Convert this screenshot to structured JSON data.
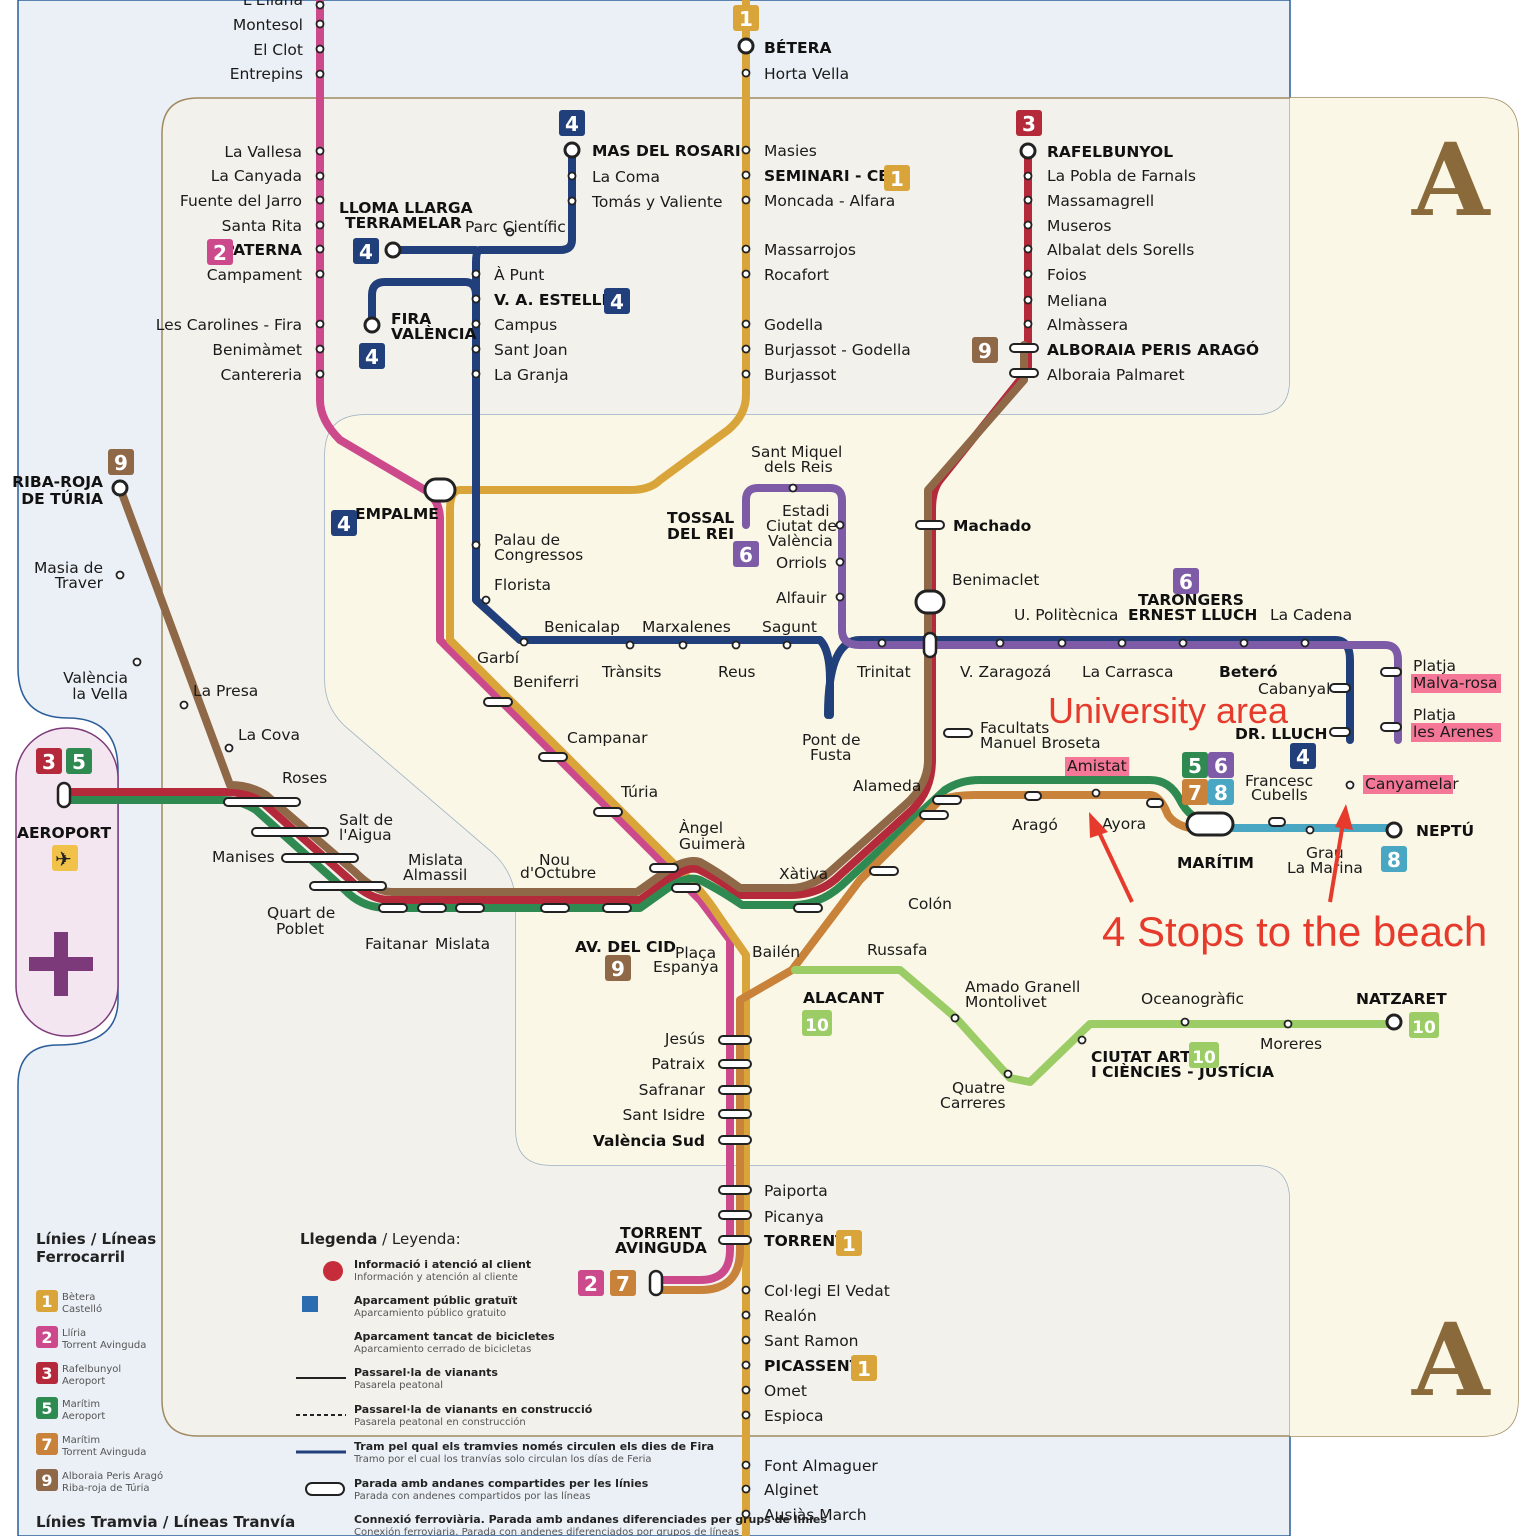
{
  "colors": {
    "l1": "#d9a53b",
    "l2": "#cc4a8c",
    "l3": "#b42a3a",
    "l4": "#213f7a",
    "l5": "#2f8a52",
    "l6": "#7d5ba6",
    "l7": "#c8823a",
    "l8": "#4aa7c4",
    "l9": "#8f6847",
    "l10": "#9ccc65",
    "zone": "#8a6a3a",
    "annotation": "#e53a2c"
  },
  "zones": [
    "A",
    "A"
  ],
  "annotations": {
    "university": "University area",
    "beach": "4 Stops to the beach"
  },
  "highlighted": [
    "Amistat",
    "Canyamelar",
    "Malva-rosa",
    "les Arenes"
  ],
  "stations": [
    {
      "id": "s1",
      "name": "L'Eliana"
    },
    {
      "id": "s2",
      "name": "Montesol"
    },
    {
      "id": "s3",
      "name": "El Clot"
    },
    {
      "id": "s4",
      "name": "Entrepins"
    },
    {
      "id": "s5",
      "name": "La Vallesa"
    },
    {
      "id": "s6",
      "name": "La Canyada"
    },
    {
      "id": "s7",
      "name": "Fuente del Jarro"
    },
    {
      "id": "s8",
      "name": "Santa Rita"
    },
    {
      "id": "s9",
      "name": "PATERNA"
    },
    {
      "id": "s10",
      "name": "Campament"
    },
    {
      "id": "s11",
      "name": "Les Carolines - Fira"
    },
    {
      "id": "s12",
      "name": "Benimàmet"
    },
    {
      "id": "s13",
      "name": "Cantereria"
    },
    {
      "id": "s14",
      "name": "BÉTERA"
    },
    {
      "id": "s15",
      "name": "Horta Vella"
    },
    {
      "id": "s16",
      "name": "Masies"
    },
    {
      "id": "s17",
      "name": "SEMINARI - CEU"
    },
    {
      "id": "s18",
      "name": "Moncada - Alfara"
    },
    {
      "id": "s19",
      "name": "Massarrojos"
    },
    {
      "id": "s20",
      "name": "Rocafort"
    },
    {
      "id": "s21",
      "name": "Godella"
    },
    {
      "id": "s22",
      "name": "Burjassot - Godella"
    },
    {
      "id": "s23",
      "name": "Burjassot"
    },
    {
      "id": "s24",
      "name": "RAFELBUNYOL"
    },
    {
      "id": "s25",
      "name": "La Pobla de Farnals"
    },
    {
      "id": "s26",
      "name": "Massamagrell"
    },
    {
      "id": "s27",
      "name": "Museros"
    },
    {
      "id": "s28",
      "name": "Albalat dels Sorells"
    },
    {
      "id": "s29",
      "name": "Foios"
    },
    {
      "id": "s30",
      "name": "Meliana"
    },
    {
      "id": "s31",
      "name": "Almàssera"
    },
    {
      "id": "s32",
      "name": "ALBORAIA PERIS ARAGÓ"
    },
    {
      "id": "s33",
      "name": "Alboraia Palmaret"
    },
    {
      "id": "s34",
      "name": "MAS DEL ROSARI"
    },
    {
      "id": "s35",
      "name": "La Coma"
    },
    {
      "id": "s36",
      "name": "Tomás y Valiente"
    },
    {
      "id": "s37",
      "name": "LLOMA LLARGA"
    },
    {
      "id": "s37b",
      "name": "TERRAMELAR"
    },
    {
      "id": "s38",
      "name": "Parc Científic"
    },
    {
      "id": "s39",
      "name": "À Punt"
    },
    {
      "id": "s40",
      "name": "V. A. ESTELLÉS"
    },
    {
      "id": "s41",
      "name": "Campus"
    },
    {
      "id": "s42",
      "name": "Sant Joan"
    },
    {
      "id": "s43",
      "name": "La Granja"
    },
    {
      "id": "s44",
      "name": "FIRA"
    },
    {
      "id": "s44b",
      "name": "VALÈNCIA"
    },
    {
      "id": "s45",
      "name": "EMPALME"
    },
    {
      "id": "s46",
      "name": "Palau de"
    },
    {
      "id": "s46b",
      "name": "Congressos"
    },
    {
      "id": "s47",
      "name": "Florista"
    },
    {
      "id": "s48",
      "name": "Benicalap"
    },
    {
      "id": "s49",
      "name": "Marxalenes"
    },
    {
      "id": "s50",
      "name": "Sagunt"
    },
    {
      "id": "s51",
      "name": "Garbí"
    },
    {
      "id": "s52",
      "name": "Beniferri"
    },
    {
      "id": "s53",
      "name": "Trànsits"
    },
    {
      "id": "s54",
      "name": "Reus"
    },
    {
      "id": "s55",
      "name": "Pont de"
    },
    {
      "id": "s55b",
      "name": "Fusta"
    },
    {
      "id": "s56",
      "name": "Sant Miquel"
    },
    {
      "id": "s56b",
      "name": "dels Reis"
    },
    {
      "id": "s57",
      "name": "TOSSAL"
    },
    {
      "id": "s57b",
      "name": "DEL REI"
    },
    {
      "id": "s58",
      "name": "Estadi"
    },
    {
      "id": "s58b",
      "name": "Ciutat de"
    },
    {
      "id": "s58c",
      "name": "València"
    },
    {
      "id": "s59",
      "name": "Orriols"
    },
    {
      "id": "s60",
      "name": "Alfauir"
    },
    {
      "id": "s61",
      "name": "Machado"
    },
    {
      "id": "s62",
      "name": "Benimaclet"
    },
    {
      "id": "s63",
      "name": "U. Politècnica"
    },
    {
      "id": "s64",
      "name": "TARONGERS"
    },
    {
      "id": "s64b",
      "name": "ERNEST LLUCH"
    },
    {
      "id": "s65",
      "name": "La Cadena"
    },
    {
      "id": "s66",
      "name": "Trinitat"
    },
    {
      "id": "s67",
      "name": "V. Zaragozá"
    },
    {
      "id": "s68",
      "name": "La Carrasca"
    },
    {
      "id": "s69",
      "name": "Beteró"
    },
    {
      "id": "s70",
      "name": "Cabanyal"
    },
    {
      "id": "s71",
      "name": "DR. LLUCH"
    },
    {
      "id": "s72",
      "name": "Platja"
    },
    {
      "id": "s73",
      "name": "Malva-rosa"
    },
    {
      "id": "s74",
      "name": "Platja"
    },
    {
      "id": "s75",
      "name": "les Arenes"
    },
    {
      "id": "s76",
      "name": "Facultats"
    },
    {
      "id": "s76b",
      "name": "Manuel Broseta"
    },
    {
      "id": "s77",
      "name": "Amistat"
    },
    {
      "id": "s78",
      "name": "Alameda"
    },
    {
      "id": "s79",
      "name": "Aragó"
    },
    {
      "id": "s80",
      "name": "Ayora"
    },
    {
      "id": "s81",
      "name": "MARÍTIM"
    },
    {
      "id": "s82",
      "name": "Francesc"
    },
    {
      "id": "s82b",
      "name": "Cubells"
    },
    {
      "id": "s83",
      "name": "Canyamelar"
    },
    {
      "id": "s84",
      "name": "NEPTÚ"
    },
    {
      "id": "s85",
      "name": "Grau"
    },
    {
      "id": "s85b",
      "name": "La Marina"
    },
    {
      "id": "s86",
      "name": "RIBA-ROJA"
    },
    {
      "id": "s86b",
      "name": "DE TÚRIA"
    },
    {
      "id": "s87",
      "name": "Masia de"
    },
    {
      "id": "s87b",
      "name": "Traver"
    },
    {
      "id": "s88",
      "name": "València"
    },
    {
      "id": "s88b",
      "name": "la Vella"
    },
    {
      "id": "s89",
      "name": "La Presa"
    },
    {
      "id": "s90",
      "name": "La Cova"
    },
    {
      "id": "s91",
      "name": "Roses"
    },
    {
      "id": "s92",
      "name": "AEROPORT"
    },
    {
      "id": "s93",
      "name": "Manises"
    },
    {
      "id": "s94",
      "name": "Salt de"
    },
    {
      "id": "s94b",
      "name": "l'Aigua"
    },
    {
      "id": "s95",
      "name": "Quart de"
    },
    {
      "id": "s95b",
      "name": "Poblet"
    },
    {
      "id": "s96",
      "name": "Faitanar"
    },
    {
      "id": "s97",
      "name": "Mislata"
    },
    {
      "id": "s98",
      "name": "Mislata"
    },
    {
      "id": "s98b",
      "name": "Almassil"
    },
    {
      "id": "s99",
      "name": "Nou"
    },
    {
      "id": "s99b",
      "name": "d'Octubre"
    },
    {
      "id": "s100",
      "name": "Campanar"
    },
    {
      "id": "s101",
      "name": "Túria"
    },
    {
      "id": "s102",
      "name": "Àngel"
    },
    {
      "id": "s102b",
      "name": "Guimerà"
    },
    {
      "id": "s103",
      "name": "Xàtiva"
    },
    {
      "id": "s104",
      "name": "Colón"
    },
    {
      "id": "s105",
      "name": "AV. DEL CID"
    },
    {
      "id": "s106",
      "name": "Plaça"
    },
    {
      "id": "s106b",
      "name": "Espanya"
    },
    {
      "id": "s107",
      "name": "Bailén"
    },
    {
      "id": "s108",
      "name": "Russafa"
    },
    {
      "id": "s109",
      "name": "ALACANT"
    },
    {
      "id": "s110",
      "name": "Amado Granell"
    },
    {
      "id": "s110b",
      "name": "Montolivet"
    },
    {
      "id": "s111",
      "name": "Quatre"
    },
    {
      "id": "s111b",
      "name": "Carreres"
    },
    {
      "id": "s112",
      "name": "Oceanogràfic"
    },
    {
      "id": "s113",
      "name": "CIUTAT ARTS"
    },
    {
      "id": "s113b",
      "name": "I CIÈNCIES - JUSTÍCIA"
    },
    {
      "id": "s114",
      "name": "Moreres"
    },
    {
      "id": "s115",
      "name": "NATZARET"
    },
    {
      "id": "s116",
      "name": "Jesús"
    },
    {
      "id": "s117",
      "name": "Patraix"
    },
    {
      "id": "s118",
      "name": "Safranar"
    },
    {
      "id": "s119",
      "name": "Sant Isidre"
    },
    {
      "id": "s120",
      "name": "València Sud"
    },
    {
      "id": "s121",
      "name": "Paiporta"
    },
    {
      "id": "s122",
      "name": "Picanya"
    },
    {
      "id": "s123",
      "name": "TORRENT"
    },
    {
      "id": "s124",
      "name": "TORRENT"
    },
    {
      "id": "s124b",
      "name": "AVINGUDA"
    },
    {
      "id": "s125",
      "name": "Col·legi El Vedat"
    },
    {
      "id": "s126",
      "name": "Realón"
    },
    {
      "id": "s127",
      "name": "Sant Ramon"
    },
    {
      "id": "s128",
      "name": "PICASSENT"
    },
    {
      "id": "s129",
      "name": "Omet"
    },
    {
      "id": "s130",
      "name": "Espioca"
    },
    {
      "id": "s131",
      "name": "Font Almaguer"
    },
    {
      "id": "s132",
      "name": "Alginet"
    },
    {
      "id": "s133",
      "name": "Ausiàs March"
    }
  ],
  "legend": {
    "title_ca": "Llegenda",
    "title_es": "Leyenda:",
    "items": [
      {
        "ca": "Informació i atenció al client",
        "es": "Información y atención al cliente"
      },
      {
        "ca": "Aparcament públic gratuït",
        "es": "Aparcamiento público gratuito"
      },
      {
        "ca": "Aparcament tancat de bicicletes",
        "es": "Aparcamiento cerrado de bicicletas"
      },
      {
        "ca": "Passarel·la de vianants",
        "es": "Pasarela peatonal"
      },
      {
        "ca": "Passarel·la de vianants en construcció",
        "es": "Pasarela peatonal en construcción"
      },
      {
        "ca": "Tram pel qual els tramvies només circulen els dies de Fira",
        "es": "Tramo por el cual los tranvías solo circulan los días de Feria"
      },
      {
        "ca": "Parada amb andanes compartides per les línies",
        "es": "Parada con andenes compartidos por las líneas"
      },
      {
        "ca": "Connexió ferroviària. Parada amb andanes diferenciades per grups de línies",
        "es": "Conexión ferroviaria. Parada con andenes diferenciados por grupos de líneas"
      }
    ]
  },
  "lines_header": {
    "rail_ca": "Línies / Líneas",
    "rail_es": "Ferrocarril",
    "tram": "Línies Tramvia / Líneas Tranvía"
  },
  "lines_list": [
    {
      "num": "1",
      "a": "Bètera",
      "b": "Castelló"
    },
    {
      "num": "2",
      "a": "Llíria",
      "b": "Torrent Avinguda"
    },
    {
      "num": "3",
      "a": "Rafelbunyol",
      "b": "Aeroport"
    },
    {
      "num": "5",
      "a": "Marítim",
      "b": "Aeroport"
    },
    {
      "num": "7",
      "a": "Marítim",
      "b": "Torrent Avinguda"
    },
    {
      "num": "9",
      "a": "Alboraia Peris Aragó",
      "b": "Riba-roja de Túria"
    }
  ]
}
